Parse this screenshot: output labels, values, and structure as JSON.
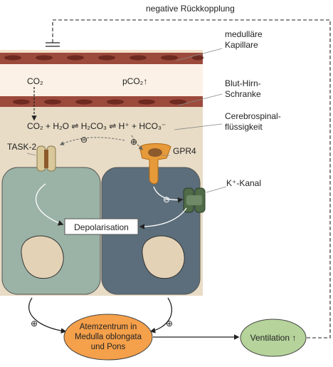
{
  "labels": {
    "feedback": "negative Rückkopplung",
    "capillary": [
      "medulläre",
      "Kapillare"
    ],
    "barrier": [
      "Blut-Hirn-",
      "Schranke"
    ],
    "csf": [
      "Cerebrospinal-",
      "flüssigkeit"
    ],
    "co2": "CO₂",
    "pco2": "pCO₂↑",
    "equation": "CO₂ + H₂O ⇌ H₂CO₃ ⇌ H⁺ + HCO₃⁻",
    "task2": "TASK-2",
    "gpr4": "GPR4",
    "k_channel": "K⁺-Kanal",
    "depolarisation": "Depolarisation",
    "resp_center": [
      "Atemzentrum in",
      "Medulla oblongata",
      "und Pons"
    ],
    "ventilation": "Ventilation ↑",
    "minus": "⊖",
    "plus": "⊕"
  },
  "colors": {
    "capillary_tissue": "#f4e3cc",
    "endothelium": "#9c4a3c",
    "nuclei": "#6e2a20",
    "csf_band": "#e8dcc6",
    "cell_left": "#9bb3a6",
    "cell_right": "#5c6e7b",
    "nucleus": "#e3d2b6",
    "channel": "#d9c89a",
    "receptor": "#e69a3a",
    "k_channel": "#4f6b48",
    "resp_center": "#f5a04a",
    "ventilation": "#b5d39a"
  }
}
